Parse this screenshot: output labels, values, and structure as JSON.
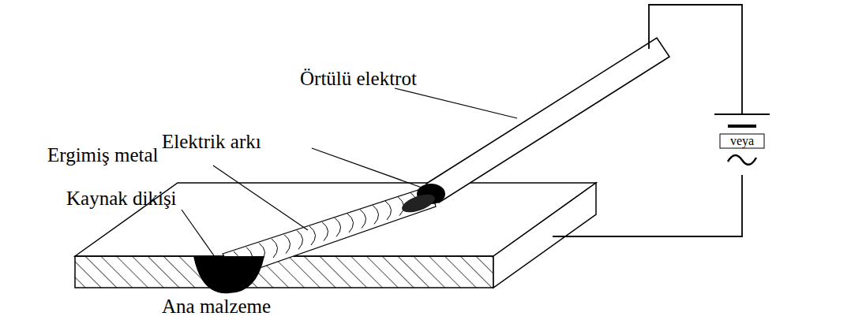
{
  "diagram": {
    "labels": [
      "Örtülü elektrot",
      "Elektrik arkı",
      "Ergimiş metal",
      "Kaynak dikişi",
      "Ana malzeme",
      "veya"
    ]
  }
}
